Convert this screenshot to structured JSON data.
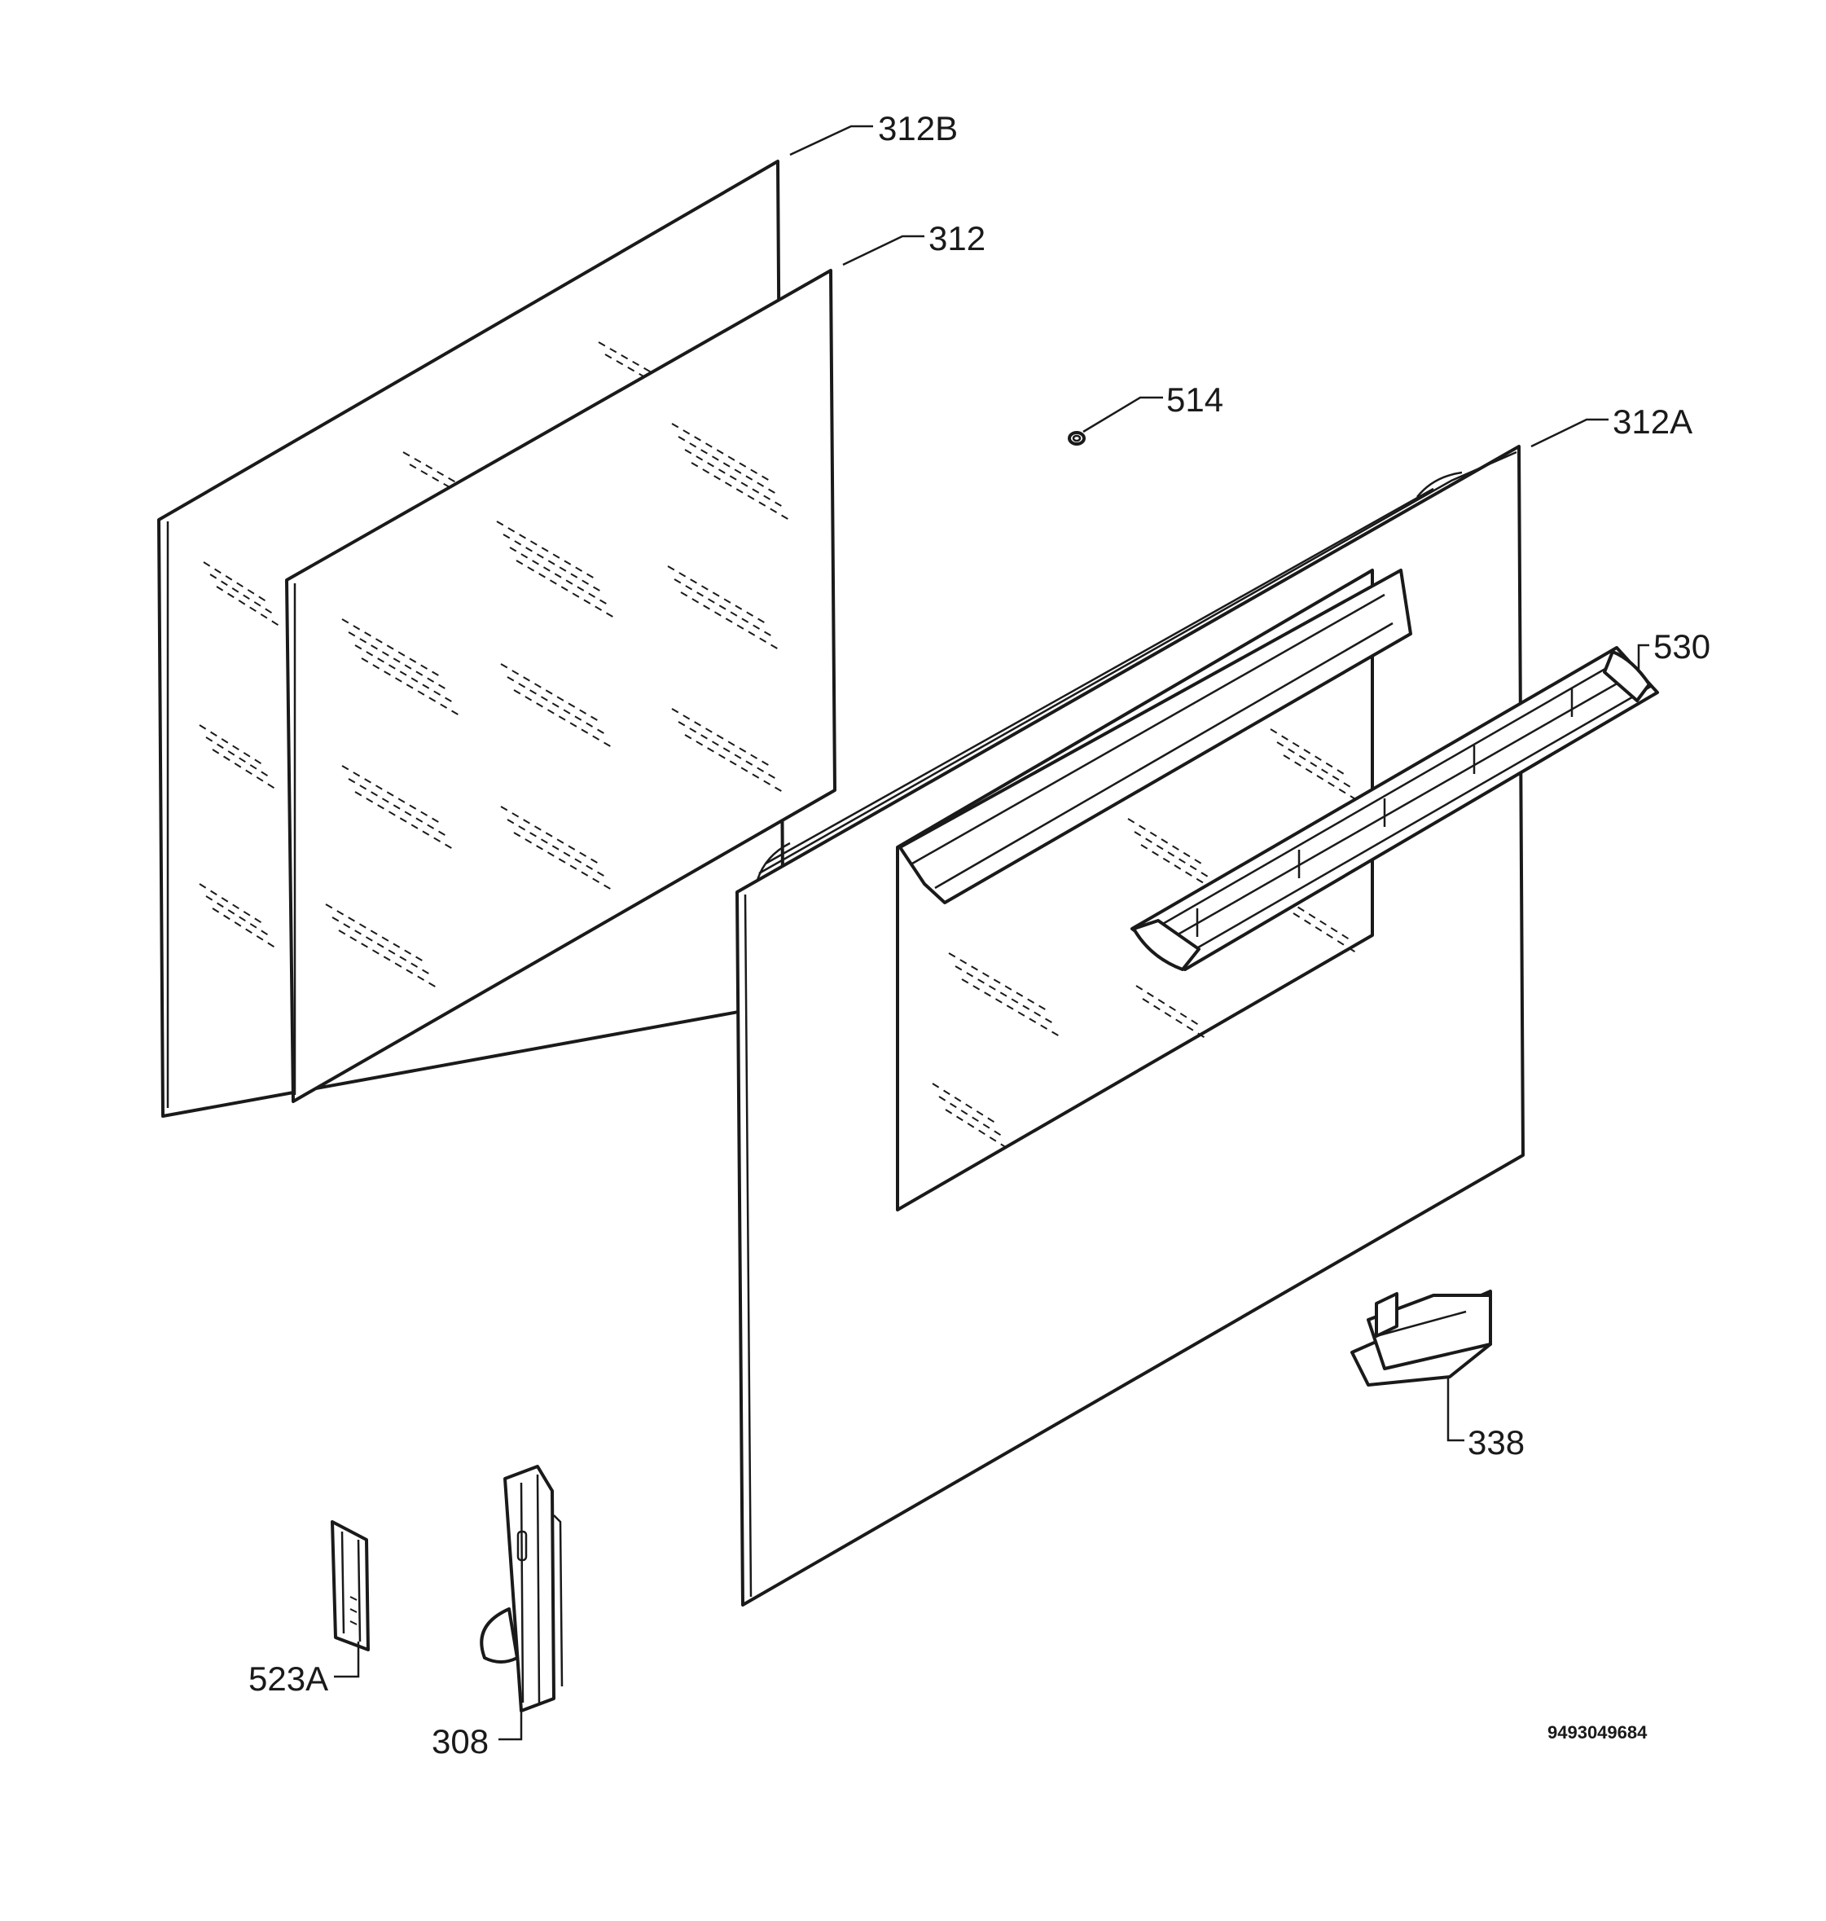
{
  "labels": {
    "p312B": "312B",
    "p312": "312",
    "p514": "514",
    "p312A": "312A",
    "p530": "530",
    "p338": "338",
    "p523A": "523A",
    "p308": "308"
  },
  "drawing_code": "9493049684",
  "colors": {
    "line": "#1a1a1a",
    "background": "#ffffff"
  }
}
